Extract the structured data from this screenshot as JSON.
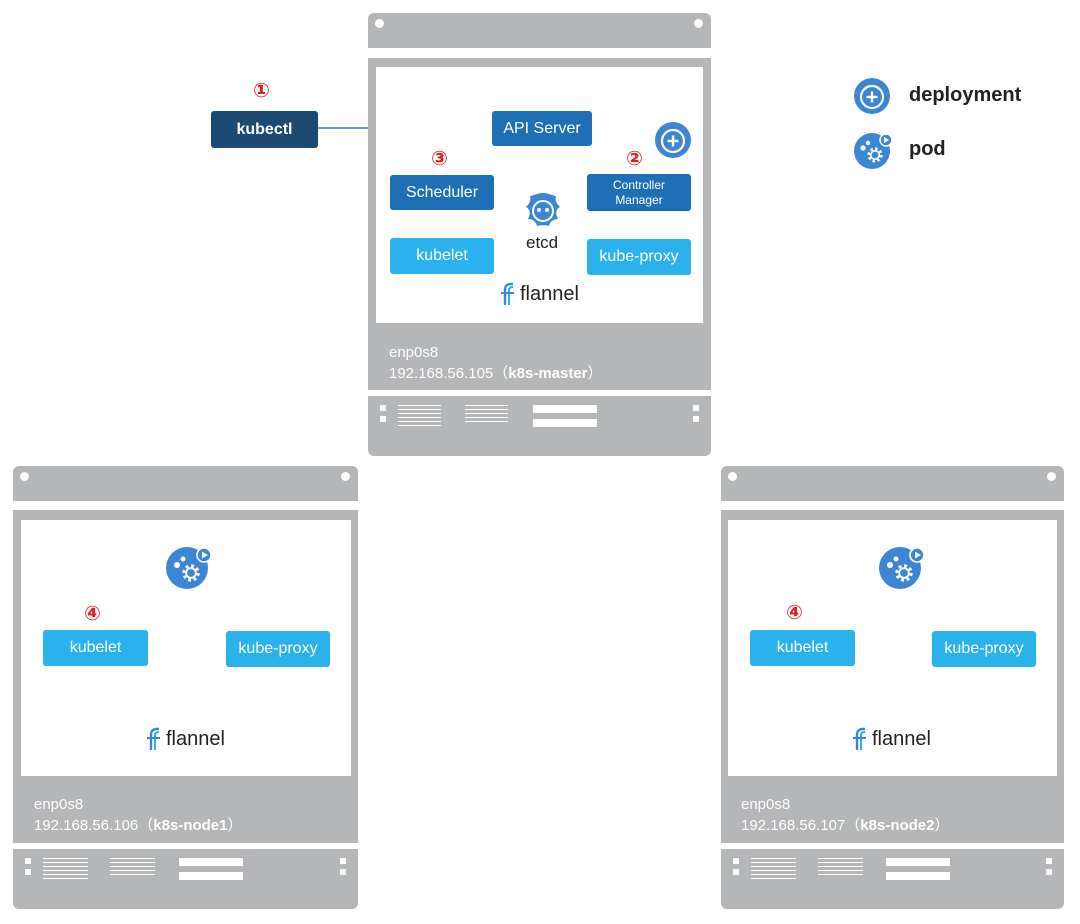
{
  "client": {
    "kubectl_label": "kubectl"
  },
  "steps": [
    "①",
    "②",
    "③",
    "④"
  ],
  "legend": {
    "deployment_label": "deployment",
    "pod_label": "pod",
    "deployment_icon": "deployment-icon",
    "pod_icon": "pod-icon"
  },
  "colors": {
    "chassis": "#b5b6b8",
    "dark_component": "#1f6fb6",
    "light_component": "#2bb2ec",
    "kubectl": "#1e4a72",
    "step_number": "#e02020",
    "icon_blue": "#3d86d6"
  },
  "master": {
    "api_server": "API Server",
    "scheduler": "Scheduler",
    "controller_manager_line1": "Controller",
    "controller_manager_line2": "Manager",
    "kubelet": "kubelet",
    "kube_proxy": "kube-proxy",
    "etcd": "etcd",
    "flannel": "flannel",
    "interface": "enp0s8",
    "ip": "192.168.56.105",
    "hostname": "k8s-master"
  },
  "node1": {
    "kubelet": "kubelet",
    "kube_proxy": "kube-proxy",
    "flannel": "flannel",
    "interface": "enp0s8",
    "ip": "192.168.56.106",
    "hostname": "k8s-node1"
  },
  "node2": {
    "kubelet": "kubelet",
    "kube_proxy": "kube-proxy",
    "flannel": "flannel",
    "interface": "enp0s8",
    "ip": "192.168.56.107",
    "hostname": "k8s-node2"
  }
}
